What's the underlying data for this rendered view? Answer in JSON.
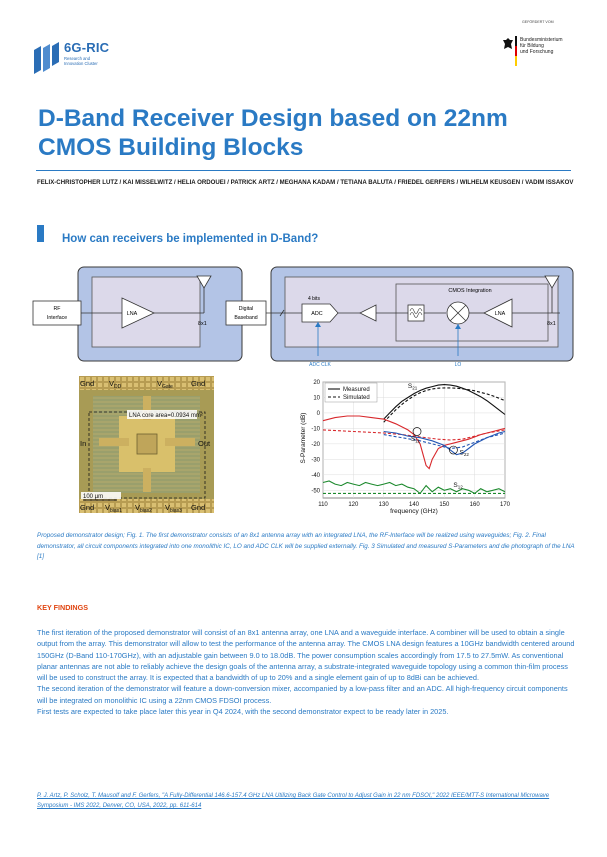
{
  "logo": {
    "title": "6G-RIC",
    "subtitle_line1": "Research and",
    "subtitle_line2": "Innovation Cluster"
  },
  "sponsor": {
    "note": "GEFÖRDERT VOM",
    "line1": "Bundesministerium",
    "line2": "für Bildung",
    "line3": "und Forschung"
  },
  "title": "D-Band Receiver Design based on 22nm CMOS Building Blocks",
  "authors": "FELIX-CHRISTOPHER LUTZ / KAI MISSELWITZ / HELIA ORDOUEI / PATRICK ARTZ / MEGHANA KADAM / TETIANA BALUTA / FRIEDEL GERFERS / WILHELM KEUSGEN / VADIM ISSAKOV",
  "section_title": "How can receivers be implemented in D-Band?",
  "figure1": {
    "rf_interface_line1": "RF",
    "rf_interface_line2": "Interface",
    "lna": "LNA",
    "array": "8x1",
    "digital_line1": "Digital",
    "digital_line2": "Baseband",
    "bits": "4 bits",
    "adc": "ADC",
    "cmos": "CMOS Integration",
    "lna2": "LNA",
    "array2": "8x1",
    "adc_clk": "ADC CLK",
    "lo": "LO"
  },
  "micrograph": {
    "gnd_tl": "Gnd",
    "vdd": "V",
    "vdd_sub": "DD",
    "vgate": "V",
    "vgate_sub": "Gate",
    "gnd_tr": "Gnd",
    "area": "LNA core area=0.0934 mm²",
    "in": "In",
    "out": "Out",
    "gnd_bl": "Gnd",
    "vbias1": "V",
    "vbias1_sub": "bias1",
    "vbias2": "V",
    "vbias2_sub": "bias2",
    "vbias3": "V",
    "vbias3_sub": "bias3",
    "gnd_br": "Gnd",
    "scale": "100 µm"
  },
  "chart_data": {
    "type": "line",
    "xlabel": "frequency (GHz)",
    "ylabel": "S-Parameter (dB)",
    "xlim": [
      110,
      170
    ],
    "ylim": [
      -55,
      20
    ],
    "xticks": [
      "110",
      "120",
      "130",
      "140",
      "150",
      "160",
      "170"
    ],
    "yticks": [
      "20",
      "10",
      "0",
      "-10",
      "-20",
      "-30",
      "-40",
      "-50"
    ],
    "grid": true,
    "legend_position": "top-left",
    "legend": [
      "Measured",
      "Simulated"
    ],
    "annotations": [
      {
        "label": "S",
        "sub": "21",
        "x": 138,
        "y": 16
      },
      {
        "label": "S",
        "sub": "11",
        "x": 139,
        "y": -18
      },
      {
        "label": "S",
        "sub": "22",
        "x": 155,
        "y": -27
      },
      {
        "label": "S",
        "sub": "12",
        "x": 153,
        "y": -48
      }
    ],
    "series": [
      {
        "name": "Measured",
        "color": "#111111",
        "dash": false,
        "x": [
          130,
          132,
          134,
          136,
          138,
          140,
          142,
          144,
          146,
          148,
          150,
          152,
          154,
          156,
          158,
          160,
          162,
          164,
          166,
          168,
          170
        ],
        "y": [
          -4,
          0,
          4,
          7.5,
          10,
          12.5,
          14.5,
          16,
          17,
          18,
          18.3,
          18,
          17.3,
          16,
          14.5,
          12.5,
          10.5,
          8,
          5,
          2,
          -1
        ]
      },
      {
        "name": "Simulated",
        "color": "#111111",
        "dash": true,
        "x": [
          130,
          132,
          134,
          136,
          138,
          140,
          142,
          144,
          146,
          148,
          150,
          152,
          154,
          156,
          158,
          160,
          162,
          164,
          166,
          168,
          170
        ],
        "y": [
          -6,
          -2,
          2,
          5.5,
          8.5,
          11,
          13,
          14.5,
          15.5,
          16,
          16.2,
          16.2,
          16,
          15.6,
          15,
          14.3,
          13.3,
          12.3,
          11,
          9.5,
          8
        ]
      },
      {
        "name": "S11 measured",
        "color": "#d8282c",
        "dash": false,
        "x": [
          110,
          114,
          118,
          122,
          126,
          130,
          134,
          138,
          140,
          142,
          143,
          144,
          145,
          146,
          148,
          150,
          154,
          158,
          162,
          166,
          170
        ],
        "y": [
          -5,
          -3,
          -2,
          -2,
          -3,
          -4,
          -7,
          -11,
          -14,
          -20,
          -27,
          -34,
          -36,
          -30,
          -23,
          -21,
          -19,
          -17,
          -14,
          -12,
          -10
        ]
      },
      {
        "name": "S11 simulated",
        "color": "#d8282c",
        "dash": true,
        "x": [
          110,
          120,
          130,
          136,
          140,
          144,
          148,
          152,
          156,
          160,
          164,
          170
        ],
        "y": [
          -11,
          -12,
          -13,
          -14,
          -15,
          -16,
          -17,
          -17.5,
          -17,
          -15,
          -13,
          -11
        ]
      },
      {
        "name": "S22 measured",
        "color": "#2356b4",
        "dash": false,
        "x": [
          130,
          134,
          138,
          142,
          146,
          150,
          152,
          154,
          156,
          158,
          160,
          164,
          168,
          170
        ],
        "y": [
          -12,
          -13,
          -15,
          -16,
          -18,
          -21,
          -24,
          -27,
          -26,
          -23,
          -20,
          -16,
          -13,
          -12
        ]
      },
      {
        "name": "S22 simulated",
        "color": "#2356b4",
        "dash": true,
        "x": [
          130,
          136,
          142,
          148,
          152,
          156,
          160,
          164,
          170
        ],
        "y": [
          -14,
          -16,
          -18,
          -21,
          -23,
          -22,
          -19,
          -16,
          -13
        ]
      },
      {
        "name": "S12 measured",
        "color": "#1d8a2e",
        "dash": false,
        "x": [
          110,
          112,
          114,
          116,
          118,
          120,
          122,
          124,
          126,
          128,
          130,
          132,
          134,
          136,
          138,
          140,
          142,
          144,
          146,
          148,
          150,
          152,
          154,
          156,
          158,
          160,
          162,
          164,
          166,
          168,
          170
        ],
        "y": [
          -45,
          -44,
          -46,
          -47,
          -45,
          -46,
          -47,
          -45,
          -46,
          -47,
          -46,
          -45,
          -47,
          -46,
          -48,
          -49,
          -52,
          -47,
          -51,
          -48,
          -50,
          -49,
          -51,
          -49,
          -50,
          -52,
          -49,
          -51,
          -50,
          -49,
          -51
        ]
      },
      {
        "name": "S12 simulated",
        "color": "#1d8a2e",
        "dash": true,
        "x": [
          110,
          130,
          150,
          170
        ],
        "y": [
          -52,
          -52,
          -52,
          -52
        ]
      }
    ]
  },
  "caption": "Proposed demonstrator design; Fig. 1. The first demonstrator consists of an 8x1 antenna array with an integrated LNA, the RF-Interface will be realized using waveguides; Fig. 2. Final demonstrator, all circuit components integrated into one monolithic IC, LO and ADC CLK will be supplied externally. Fig. 3 Simulated and measured S-Parameters and die photograph of the LNA [1]",
  "key_findings_title": "KEY FINDINGS",
  "key_findings": [
    "The first iteration of the proposed demonstrator will consist of an 8x1 antenna array, one LNA and a waveguide interface. A combiner will be used to obtain a single output from the array. This demonstrator will allow to test the performance of the antenna array. The CMOS LNA design features a 10GHz bandwidth centered around 150GHz (D-Band 110-170GHz), with an adjustable gain between 9.0 to 18.0dB. The power consumption scales accordingly from 17.5 to 27.5mW. As conventional planar antennas are not able to reliably achieve the design goals of the antenna array, a substrate-integrated waveguide topology using a common thin-film process will be used to construct the array. It is expected that a bandwidth of up to 20% and a single element gain of up to 8dBi can be achieved.",
    "The second iteration of the demonstrator will feature a down-conversion mixer, accompanied by a low-pass filter and an ADC. All high-frequency circuit components will be integrated on monolithic IC using a 22nm CMOS FDSOI process.",
    "First tests are expected to take place later this year in Q4 2024, with the second demonstrator expect to be ready later in 2025."
  ],
  "reference": "P. J. Artz, P. Scholz, T. Mausolf and F. Gerfers, \"A Fully-Differential 146.6-157.4 GHz LNA Utilizing Back Gate Control to Adjust Gain in 22 nm FDSOI,\" 2022 IEEE/MTT-S International Microwave Symposium - IMS 2022, Denver, CO, USA, 2022, pp. 611-614"
}
